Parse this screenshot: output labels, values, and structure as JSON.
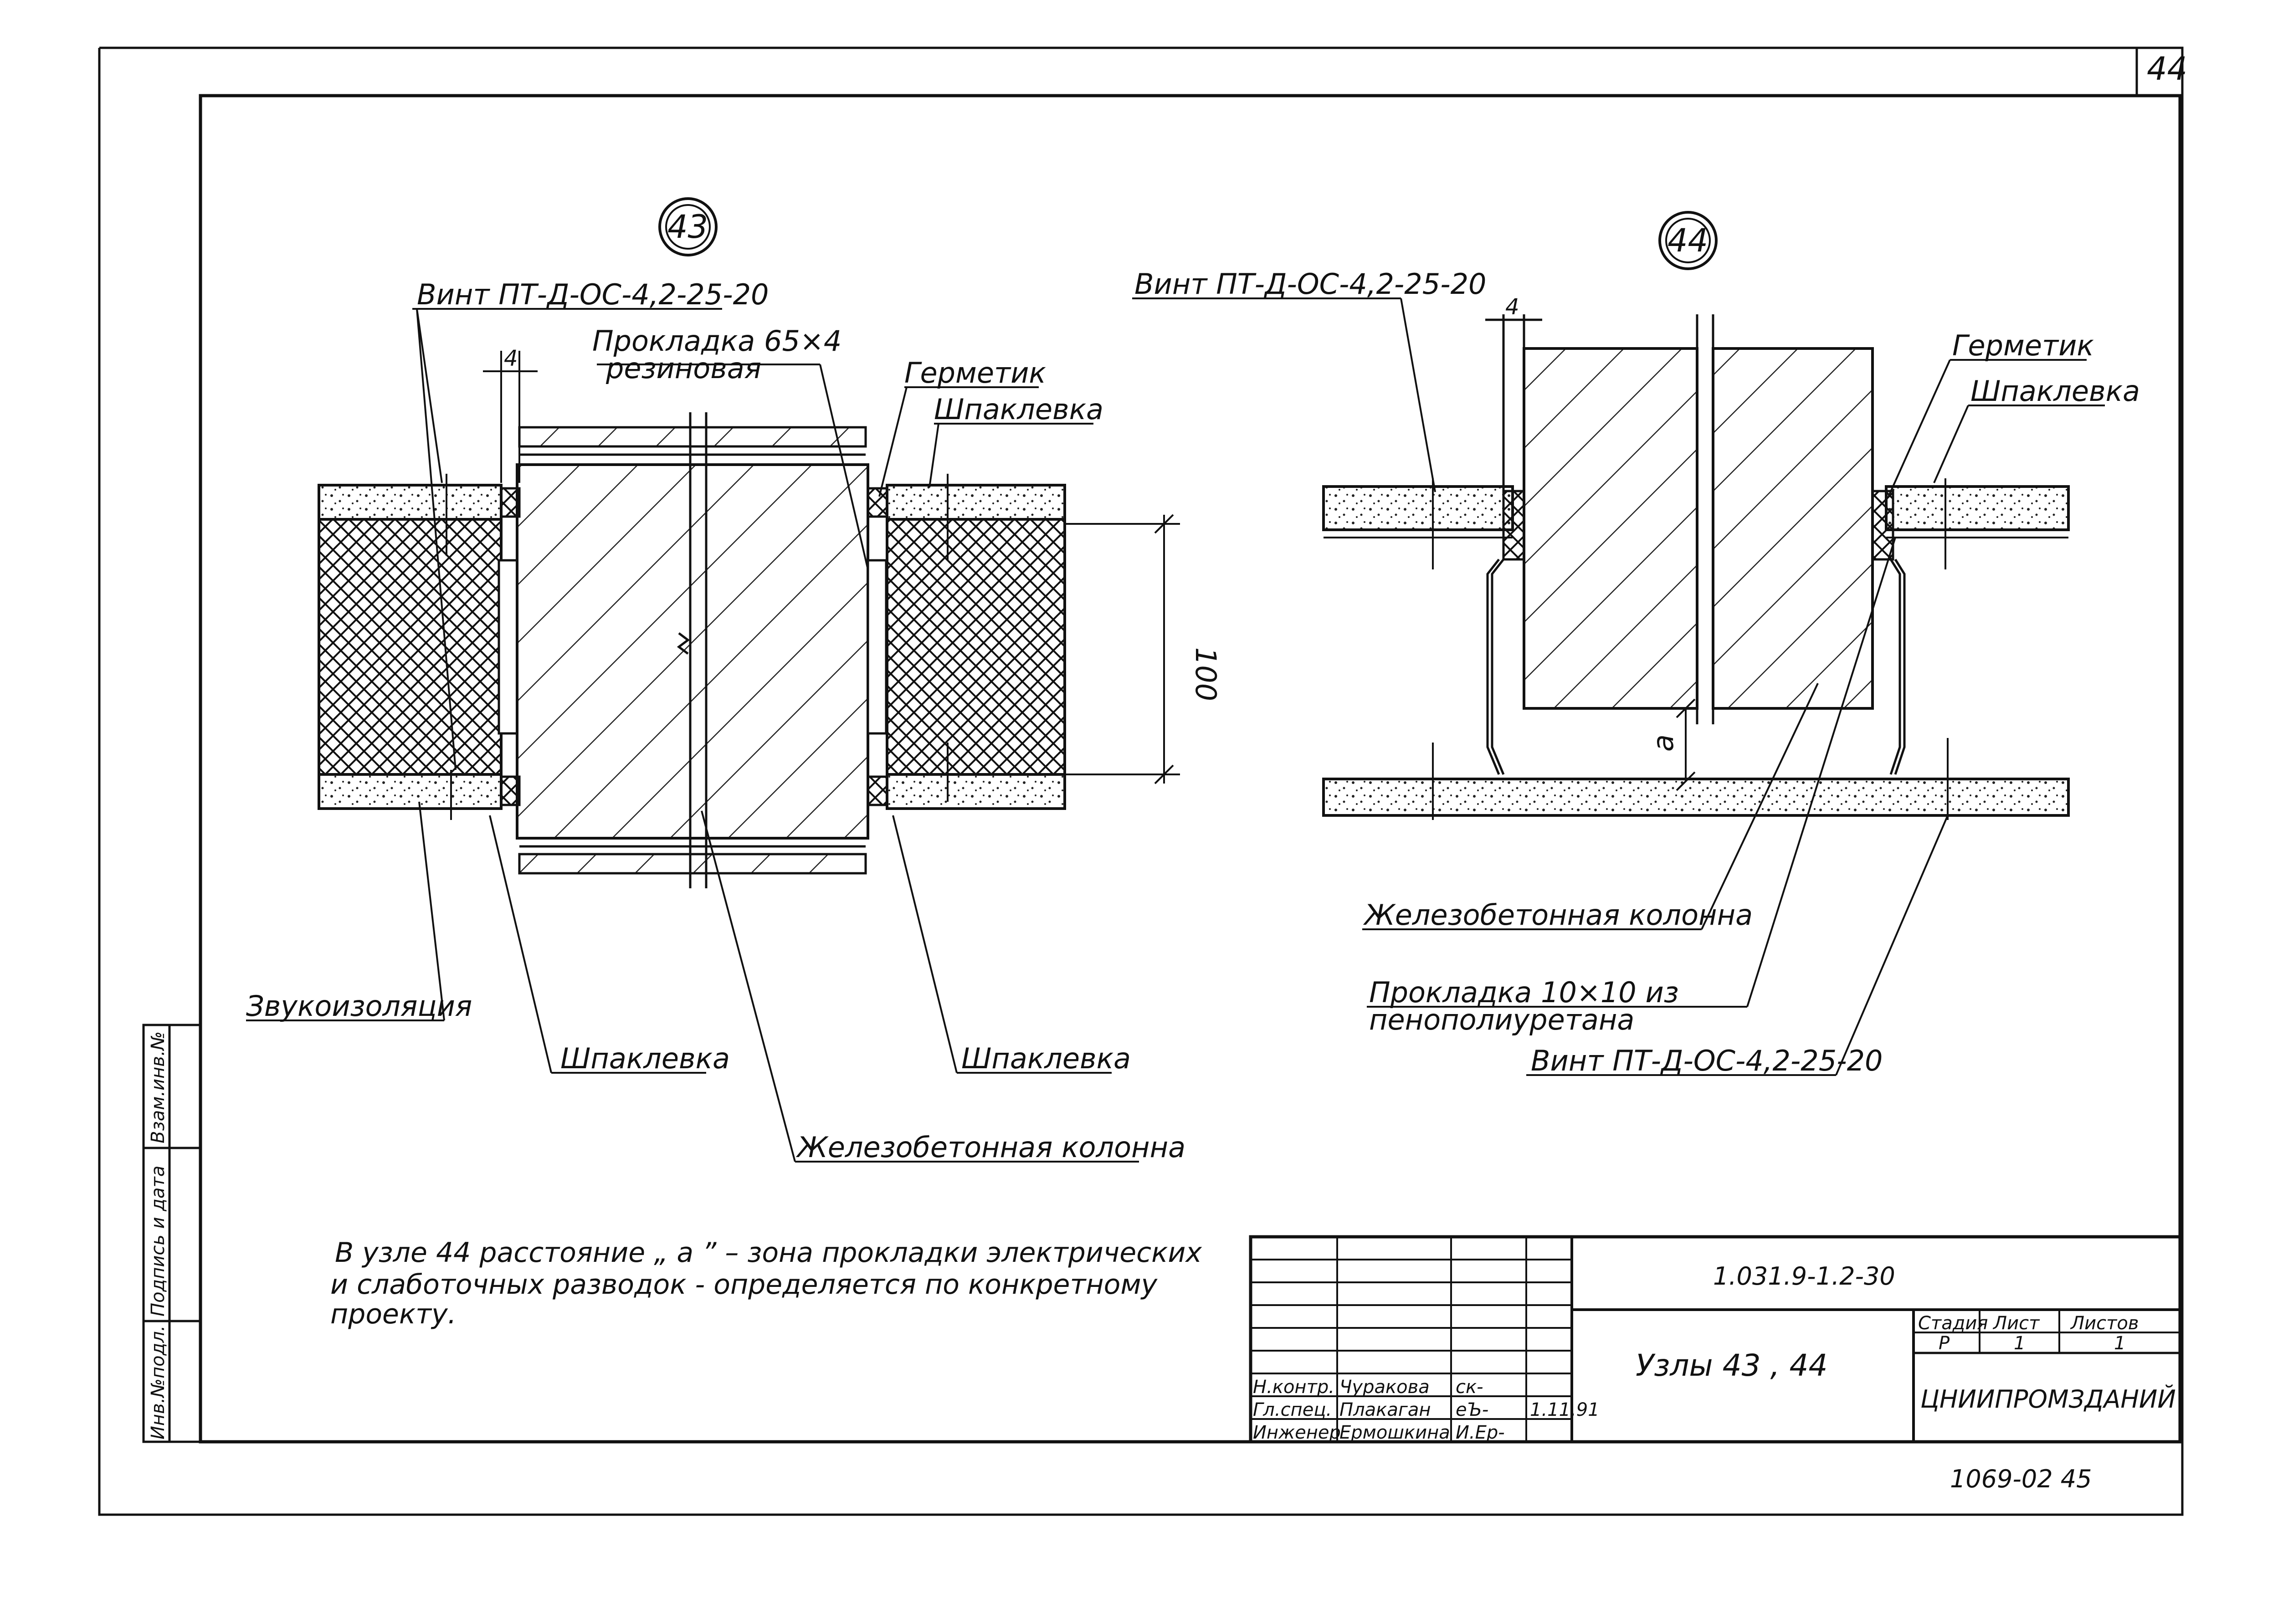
{
  "sheet": {
    "corner_number": "44",
    "bottom_code": "1069-02  45"
  },
  "node43": {
    "marker": "43",
    "labels": {
      "screw": "Винт ПТ-Д-ОС-4,2-25-20",
      "gasket_line1": "Прокладка 65×4",
      "gasket_line2": "резиновая",
      "sealant": "Герметик",
      "putty_top": "Шпаклевка",
      "dim_100": "100",
      "dim_4": "4",
      "sound_insulation": "Звукоизоляция",
      "putty_left": "Шпаклевка",
      "putty_right": "Шпаклевка",
      "column": "Железобетонная колонна"
    }
  },
  "node44": {
    "marker": "44",
    "labels": {
      "screw_top": "Винт ПТ-Д-ОС-4,2-25-20",
      "sealant": "Герметик",
      "putty": "Шпаклевка",
      "dim_4": "4",
      "dim_a": "а",
      "column": "Железобетонная колонна",
      "gasket_line1": "Прокладка  10×10  из",
      "gasket_line2": "пенополиуретана",
      "screw_bottom": "Винт ПТ-Д-ОС-4,2-25-20"
    }
  },
  "note": {
    "line1": "В узле 44 расстояние „ а ” – зона прокладки электрических",
    "line2": "и слаботочных разводок - определяется по конкретному",
    "line3": "проекту."
  },
  "side_stamp": {
    "cells": [
      "Инв.№подл.",
      "Подпись и дата",
      "Взам.инв.№"
    ]
  },
  "title_block": {
    "doc_code": "1.031.9-1.2-30",
    "title": "Узлы 43 , 44",
    "org": "ЦНИИПРОМЗДАНИЙ",
    "col_stage": "Стадия",
    "col_sheet": "Лист",
    "col_sheets": "Листов",
    "stage": "Р",
    "sheet_no": "1",
    "sheets": "1",
    "people": [
      {
        "role": "Н.контр.",
        "name": "Чуракова",
        "sign": "ск-"
      },
      {
        "role": "Гл.спец.",
        "name": "Плакаган",
        "sign": "еЪ-"
      },
      {
        "role": "Инженер",
        "name": "Ермошкина",
        "sign": "И.Ер-"
      }
    ],
    "date": "1.11.91"
  }
}
